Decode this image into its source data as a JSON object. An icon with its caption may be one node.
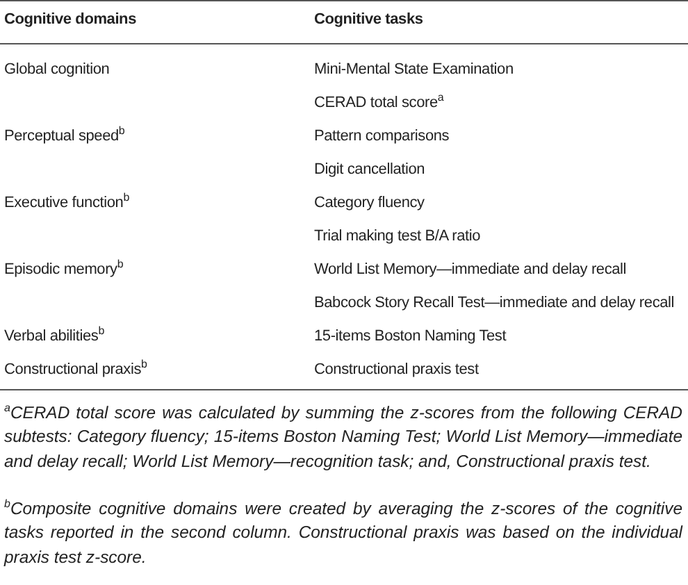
{
  "diagram": {
    "labels": [
      "Cognitive domains",
      "Cognitive tasks",
      "Global cognition",
      "Mini-Mental State Examination",
      "CERAD total score$^{a}$",
      "Perceptual speed$^{b}$",
      "Pattern comparisons",
      "Digit cancellation",
      "Executive function$^{b}$",
      "Category fluency",
      "Trial making test B/A ratio",
      "Episodic memory$^{b}$",
      "World List Memory—immediate and delay recall",
      "Babcock Story Recall Test—immediate and delay recall",
      "Verbal abilities$^{b}$",
      "15-items Boston Naming Test",
      "Constructional praxis$^{b}$",
      "Constructional praxis test",
      "$^{a}$CERAD total score was calculated by summing the z-scores from the following CERAD subtests: Category fluency; 15-items Boston Naming Test; World List Memory—immediate and delay recall; World List Memory—recognition task; and, Constructional praxis test.",
      "$^{b}$Composite cognitive domains were created by averaging the z-scores of the cognitive tasks reported in the second column. Constructional praxis was based on the individual praxis test z-score."
    ]
  }
}
